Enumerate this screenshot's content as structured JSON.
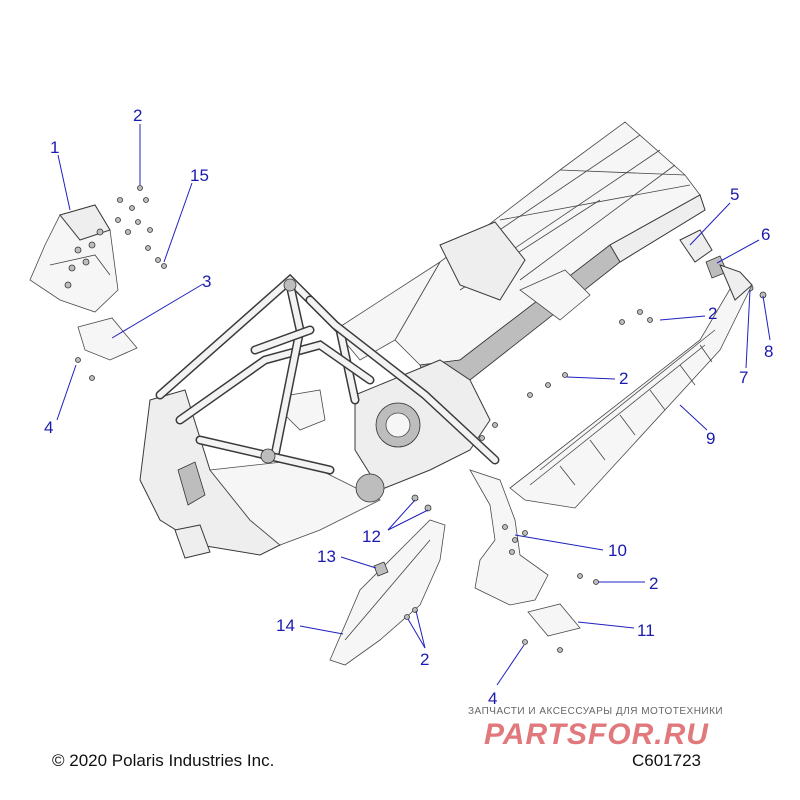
{
  "callouts": [
    {
      "id": "callout-1",
      "label": "1"
    },
    {
      "id": "callout-2-top",
      "label": "2"
    },
    {
      "id": "callout-15",
      "label": "15"
    },
    {
      "id": "callout-3",
      "label": "3"
    },
    {
      "id": "callout-4-left",
      "label": "4"
    },
    {
      "id": "callout-5",
      "label": "5"
    },
    {
      "id": "callout-6",
      "label": "6"
    },
    {
      "id": "callout-2-right-a",
      "label": "2"
    },
    {
      "id": "callout-8",
      "label": "8"
    },
    {
      "id": "callout-7",
      "label": "7"
    },
    {
      "id": "callout-2-right-b",
      "label": "2"
    },
    {
      "id": "callout-9",
      "label": "9"
    },
    {
      "id": "callout-12",
      "label": "12"
    },
    {
      "id": "callout-10",
      "label": "10"
    },
    {
      "id": "callout-13",
      "label": "13"
    },
    {
      "id": "callout-2-right-c",
      "label": "2"
    },
    {
      "id": "callout-14",
      "label": "14"
    },
    {
      "id": "callout-11",
      "label": "11"
    },
    {
      "id": "callout-2-bottom",
      "label": "2"
    },
    {
      "id": "callout-4-bottom",
      "label": "4"
    }
  ],
  "footer": {
    "copyright": "© 2020 Polaris Industries Inc.",
    "drawing_number": "C601723"
  },
  "watermark": {
    "tagline": "ЗАПЧАСТИ И АКСЕССУАРЫ ДЛЯ МОТОТЕХНИКИ",
    "logo": "PARTSFOR.RU"
  },
  "colors": {
    "callout": "#1a1ab0",
    "watermark": "#e0787c"
  }
}
